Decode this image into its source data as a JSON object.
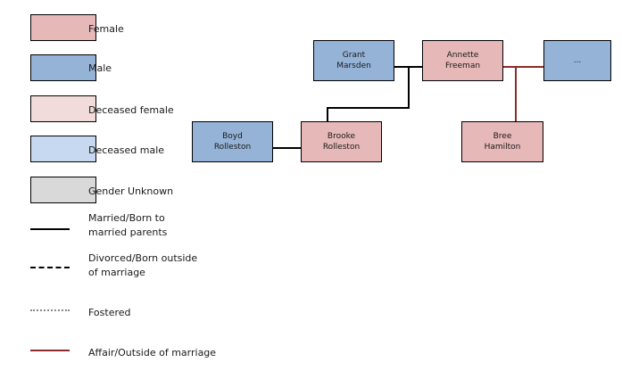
{
  "colors": {
    "female": "#e6b8b8",
    "male": "#95b3d7",
    "deceased_female": "#f2dcdb",
    "deceased_male": "#c6d9f0",
    "gender_unknown": "#d9d9d9",
    "affair_line": "#8b2b2b",
    "line": "#000000"
  },
  "legend": {
    "female": "Female",
    "male": "Male",
    "deceased_female": "Deceased female",
    "deceased_male": "Deceased male",
    "gender_unknown": "Gender Unknown",
    "married": "Married/Born to\nmarried parents",
    "divorced": "Divorced/Born outside\nof marriage",
    "fostered": "Fostered",
    "affair": "Affair/Outside of marriage"
  },
  "people": {
    "grant": "Grant\nMarsden",
    "annette": "Annette\nFreeman",
    "unknown_male": "...",
    "boyd": "Boyd\nRolleston",
    "brooke": "Brooke\nRolleston",
    "bree": "Bree\nHamilton"
  }
}
